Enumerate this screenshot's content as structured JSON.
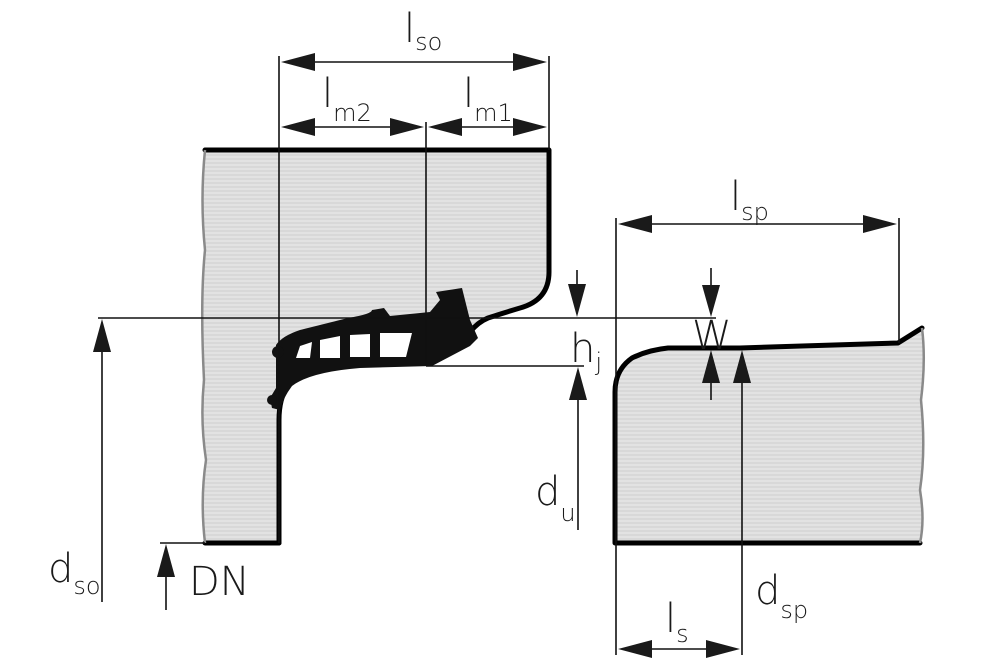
{
  "title": "Pipe socket joint with seal ring – dimension diagram",
  "colors": {
    "material_fill": "#d9d9d9",
    "material_hatch": "#efefef",
    "outline": "#000000",
    "cut_edge": "#8a8a8a",
    "seal": "#111111"
  },
  "labels": {
    "l_so": {
      "main": "l",
      "sub": "so"
    },
    "l_m2": {
      "main": "l",
      "sub": "m2"
    },
    "l_m1": {
      "main": "l",
      "sub": "m1"
    },
    "l_sp": {
      "main": "l",
      "sub": "sp"
    },
    "h_j": {
      "main": "h",
      "sub": "j"
    },
    "w": {
      "main": "W"
    },
    "d_so": {
      "main": "d",
      "sub": "so"
    },
    "dn": {
      "main": "DN"
    },
    "d_u": {
      "main": "d",
      "sub": "u"
    },
    "d_sp": {
      "main": "d",
      "sub": "sp"
    },
    "l_s": {
      "main": "l",
      "sub": "s"
    }
  },
  "parts": {
    "socket": "socket-end",
    "spigot": "spigot-end",
    "seal": "sealing-ring"
  }
}
